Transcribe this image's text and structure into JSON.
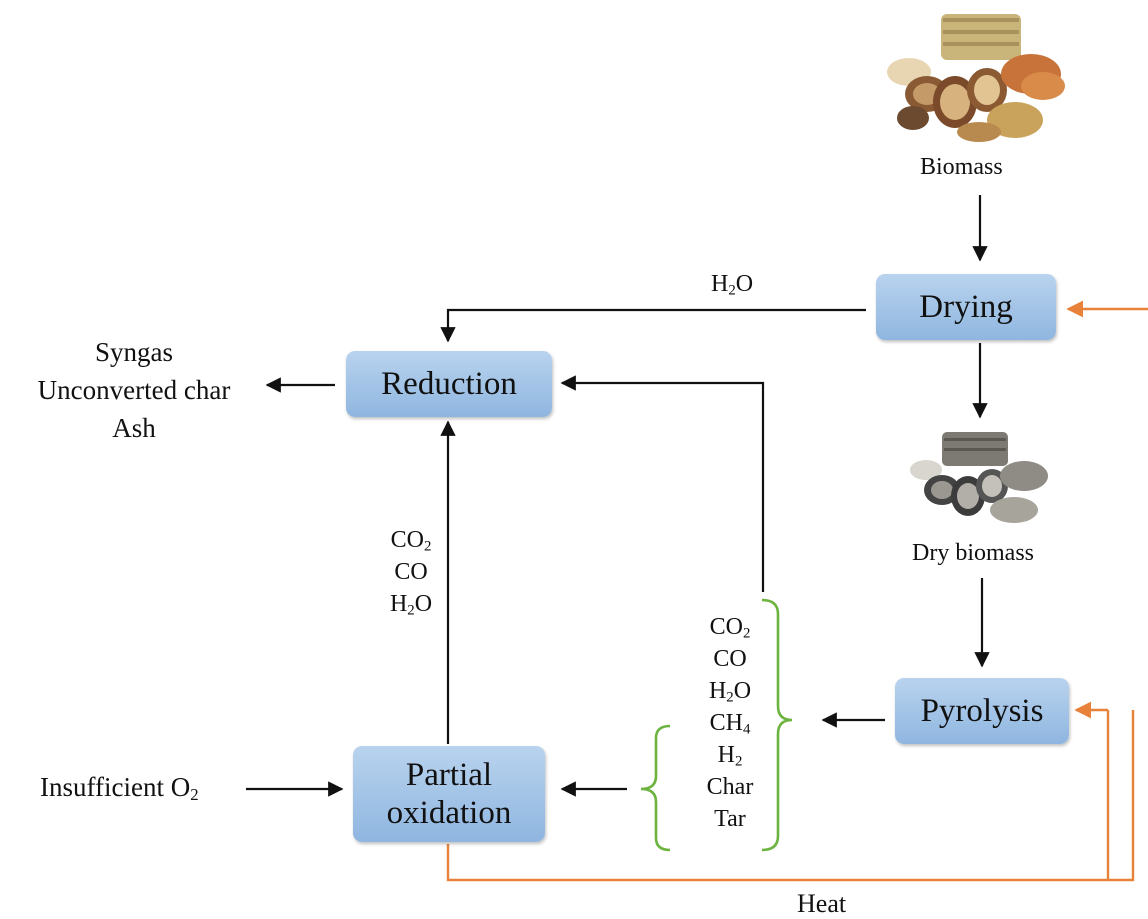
{
  "nodes": {
    "drying": "Drying",
    "reduction": "Reduction",
    "pyrolysis": "Pyrolysis",
    "partial_oxidation_line1": "Partial",
    "partial_oxidation_line2": "oxidation"
  },
  "labels": {
    "biomass": "Biomass",
    "dry_biomass": "Dry biomass",
    "heat": "Heat",
    "insufficient_o2_main": "Insufficient O",
    "insufficient_o2_sub": "2",
    "drying_to_reduction_h2o_pre": "H",
    "drying_to_reduction_h2o_sub": "2",
    "drying_to_reduction_h2o_post": "O"
  },
  "outputs": {
    "reduction": [
      "Syngas",
      "Unconverted char",
      "Ash"
    ]
  },
  "oxidation_products": [
    {
      "main": "CO",
      "sub": "2",
      "post": ""
    },
    {
      "main": "CO",
      "sub": "",
      "post": ""
    },
    {
      "main": "H",
      "sub": "2",
      "post": "O"
    }
  ],
  "pyrolysis_products": [
    {
      "main": "CO",
      "sub": "2",
      "post": ""
    },
    {
      "main": "CO",
      "sub": "",
      "post": ""
    },
    {
      "main": "H",
      "sub": "2",
      "post": "O"
    },
    {
      "main": "CH",
      "sub": "4",
      "post": ""
    },
    {
      "main": "H",
      "sub": "2",
      "post": ""
    },
    {
      "main": "Char",
      "sub": "",
      "post": ""
    },
    {
      "main": "Tar",
      "sub": "",
      "post": ""
    }
  ],
  "colors": {
    "process_box": "#9dbfe6",
    "arrow": "#111111",
    "heat_line": "#e8813a",
    "bracket": "#6cb33f"
  }
}
